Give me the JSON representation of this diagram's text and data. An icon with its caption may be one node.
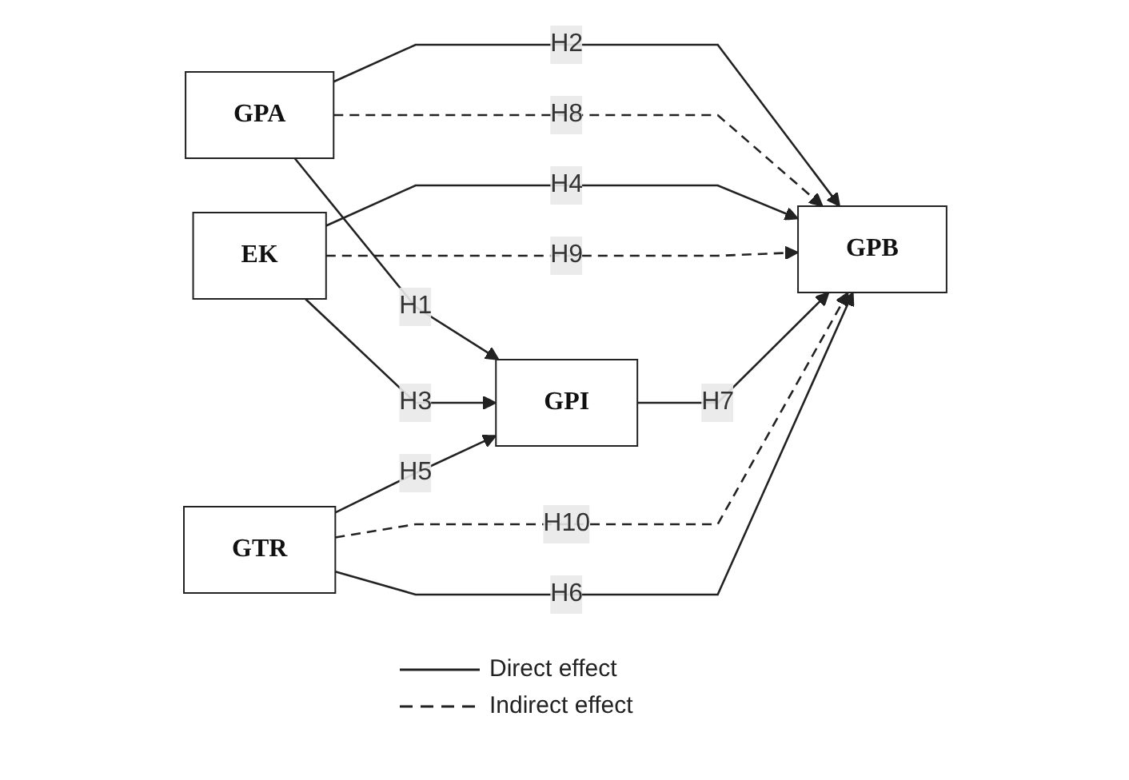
{
  "diagram": {
    "nodes": [
      {
        "text": [
          "GPA"
        ]
      },
      {
        "text": [
          "EK"
        ]
      },
      {
        "text": [
          "GPI"
        ]
      },
      {
        "text": [
          "GPB"
        ]
      },
      {
        "text": [
          "GTR"
        ]
      }
    ],
    "edges": [
      {
        "from": 0,
        "to": 2,
        "arrow": "to",
        "label": "H1"
      },
      {
        "from": 0,
        "to": 3,
        "arrow": "to",
        "label": "H2"
      },
      {
        "from": 0,
        "to": 3,
        "arrow": "to",
        "label": "H8",
        "style": "dashed"
      },
      {
        "from": 1,
        "to": 3,
        "arrow": "to",
        "label": "H4"
      },
      {
        "from": 1,
        "to": 2,
        "arrow": "to",
        "label": "H3"
      },
      {
        "from": 1,
        "to": 3,
        "arrow": "to",
        "label": "H9",
        "style": "dashed"
      },
      {
        "from": 2,
        "to": 3,
        "arrow": "to",
        "label": "H7"
      },
      {
        "from": 4,
        "to": 2,
        "arrow": "to",
        "label": "H5"
      },
      {
        "from": 4,
        "to": 3,
        "arrow": "to",
        "label": "H10",
        "style": "dashed"
      },
      {
        "from": 4,
        "to": 3,
        "arrow": "to",
        "label": "H6"
      }
    ],
    "legend": [
      {
        "text": "Direct effect"
      },
      {
        "text": "Indirect effect"
      }
    ]
  }
}
